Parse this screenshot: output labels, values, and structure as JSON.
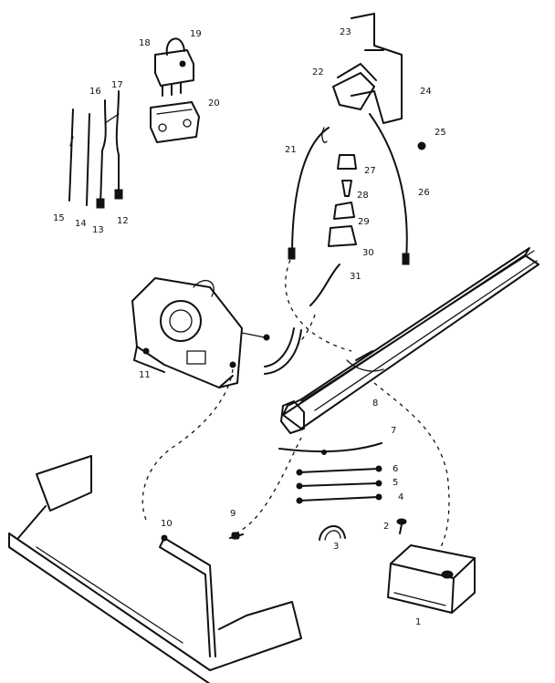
{
  "labels": {
    "p1": "1",
    "p2": "2",
    "p3": "3",
    "p4": "4",
    "p5": "5",
    "p6": "6",
    "p7": "7",
    "p8": "8",
    "p9": "9",
    "p10": "10",
    "p11": "11",
    "p12": "12",
    "p13": "13",
    "p14": "14",
    "p15": "15",
    "p16": "16",
    "p17": "17",
    "p18": "18",
    "p19": "19",
    "p20": "20",
    "p21": "21",
    "p22": "22",
    "p23": "23",
    "p24": "24",
    "p25": "25",
    "p26": "26",
    "p27": "27",
    "p28": "28",
    "p29": "29",
    "p30": "30",
    "p31": "31"
  },
  "colors": {
    "ink": "#111111",
    "paper": "#ffffff"
  }
}
